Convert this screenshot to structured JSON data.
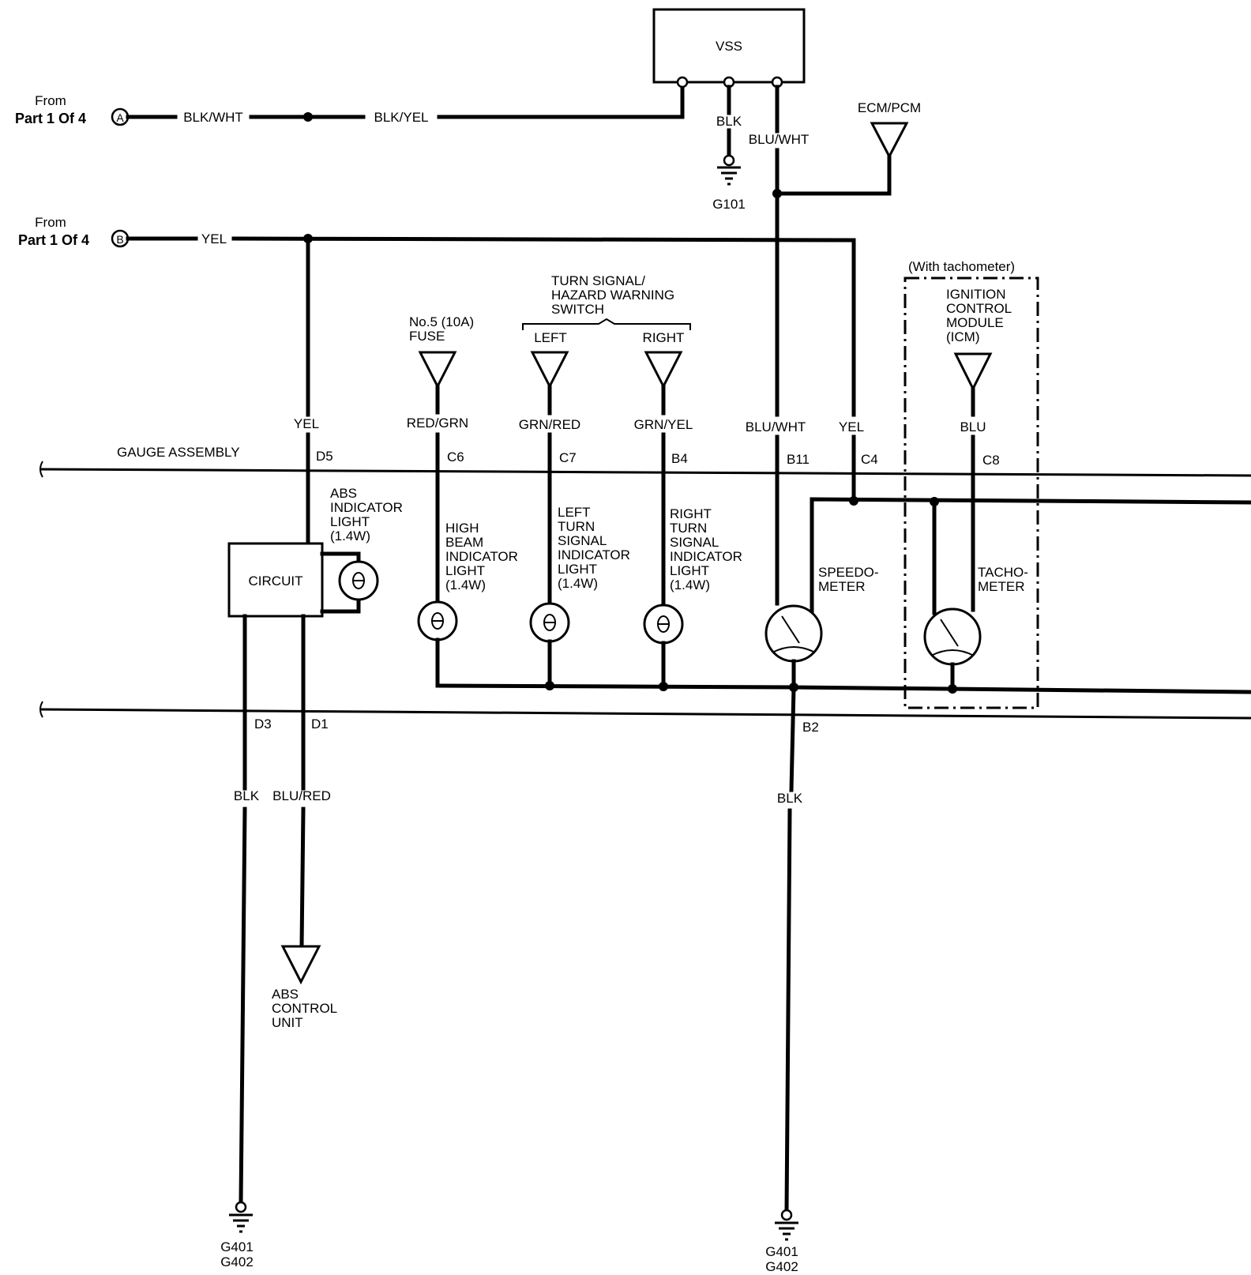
{
  "from_a": {
    "from": "From",
    "part": "Part 1 Of 4",
    "letter": "A"
  },
  "from_b": {
    "from": "From",
    "part": "Part 1 Of 4",
    "letter": "B"
  },
  "vss": "VSS",
  "ecm_pcm": "ECM/PCM",
  "wires": {
    "blk_wht": "BLK/WHT",
    "blk_yel": "BLK/YEL",
    "vss_blk": "BLK",
    "vss_blu_wht": "BLU/WHT",
    "yel_b": "YEL",
    "yel_d5": "YEL",
    "red_grn": "RED/GRN",
    "grn_red": "GRN/RED",
    "grn_yel": "GRN/YEL",
    "blu_wht_b11": "BLU/WHT",
    "yel_c4": "YEL",
    "blu_c8": "BLU",
    "blk_d3": "BLK",
    "blu_red_d1": "BLU/RED",
    "blk_b2": "BLK"
  },
  "grounds": {
    "g101": "G101",
    "g401_left": "G401",
    "g402_left": "G402",
    "g401_right": "G401",
    "g402_right": "G402"
  },
  "turn_switch": [
    "TURN SIGNAL/",
    "HAZARD WARNING",
    "SWITCH"
  ],
  "left": "LEFT",
  "right": "RIGHT",
  "fuse": [
    "No.5 (10A)",
    "FUSE"
  ],
  "with_tach": "(With tachometer)",
  "icm": [
    "IGNITION",
    "CONTROL",
    "MODULE",
    "(ICM)"
  ],
  "gauge_assembly": "GAUGE ASSEMBLY",
  "connectors": {
    "d5": "D5",
    "c6": "C6",
    "c7": "C7",
    "b4": "B4",
    "b11": "B11",
    "c4": "C4",
    "c8": "C8",
    "d3": "D3",
    "d1": "D1",
    "b2": "B2"
  },
  "abs_light": [
    "ABS",
    "INDICATOR",
    "LIGHT",
    "(1.4W)"
  ],
  "circuit": "CIRCUIT",
  "high_beam": [
    "HIGH",
    "BEAM",
    "INDICATOR",
    "LIGHT",
    "(1.4W)"
  ],
  "left_turn": [
    "LEFT",
    "TURN",
    "SIGNAL",
    "INDICATOR",
    "LIGHT",
    "(1.4W)"
  ],
  "right_turn": [
    "RIGHT",
    "TURN",
    "SIGNAL",
    "INDICATOR",
    "LIGHT",
    "(1.4W)"
  ],
  "speedometer": [
    "SPEEDO-",
    "METER"
  ],
  "tachometer": [
    "TACHO-",
    "METER"
  ],
  "abs_unit": [
    "ABS",
    "CONTROL",
    "UNIT"
  ]
}
